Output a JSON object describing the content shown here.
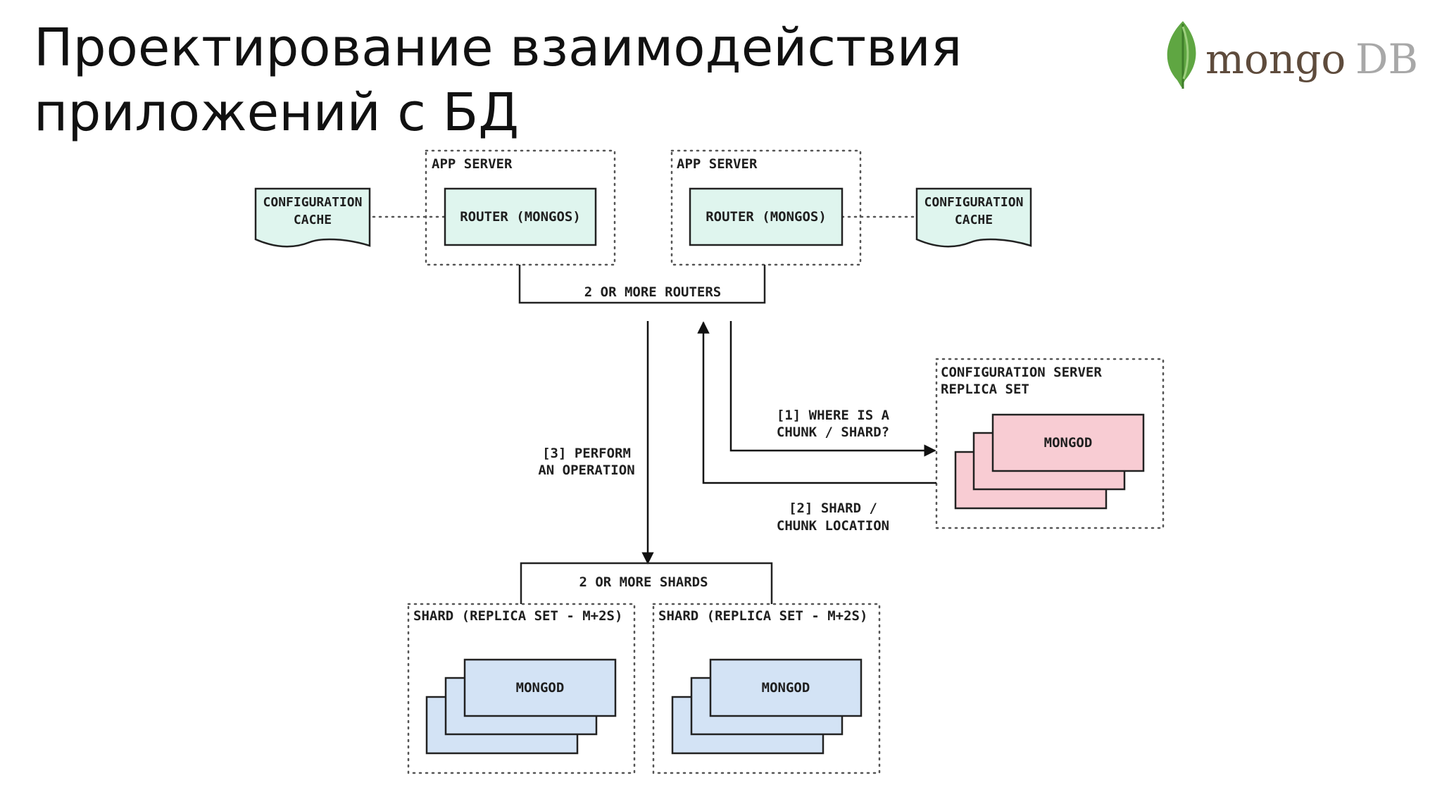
{
  "slide": {
    "title_line1": "Проектирование взаимодействия",
    "title_line2": "приложений с БД"
  },
  "logo": {
    "word_mongo": "mongo",
    "word_db": "DB",
    "icon": "leaf-icon",
    "leaf_color": "#5fa642",
    "mongo_color": "#5e4b3c",
    "db_color": "#a8a8a8"
  },
  "diagram": {
    "app_server_1": {
      "label": "APP SERVER",
      "router": "ROUTER (MONGOS)"
    },
    "app_server_2": {
      "label": "APP SERVER",
      "router": "ROUTER (MONGOS)"
    },
    "config_cache_1": {
      "line1": "CONFIGURATION",
      "line2": "CACHE"
    },
    "config_cache_2": {
      "line1": "CONFIGURATION",
      "line2": "CACHE"
    },
    "routers_group": "2 OR MORE ROUTERS",
    "config_server": {
      "line1": "CONFIGURATION SERVER",
      "line2": "REPLICA SET",
      "node": "MONGOD"
    },
    "step1": {
      "line1": "[1] WHERE IS A",
      "line2": "CHUNK / SHARD?"
    },
    "step2": {
      "line1": "[2] SHARD /",
      "line2": "CHUNK LOCATION"
    },
    "step3": {
      "line1": "[3] PERFORM",
      "line2": "AN OPERATION"
    },
    "shards_group": "2 OR MORE SHARDS",
    "shard_1": {
      "label": "SHARD (REPLICA SET - M+2S)",
      "node": "MONGOD"
    },
    "shard_2": {
      "label": "SHARD (REPLICA SET - M+2S)",
      "node": "MONGOD"
    },
    "colors": {
      "router_fill": "#dff5ee",
      "config_mongod_fill": "#f8ccd3",
      "shard_mongod_fill": "#d3e3f5",
      "config_cache_fill": "#dff5ee"
    }
  }
}
